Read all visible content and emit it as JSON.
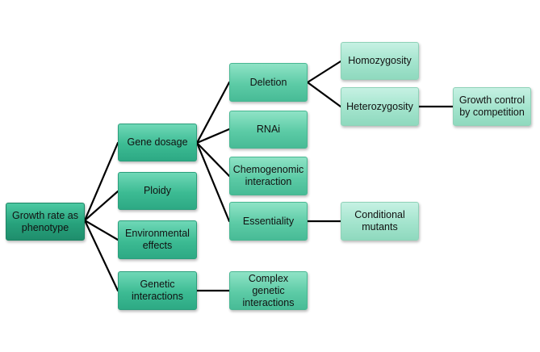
{
  "nodes": {
    "root": "Growth rate as\nphenotype",
    "gene_dosage": "Gene dosage",
    "ploidy": "Ploidy",
    "environmental": "Environmental\neffects",
    "genetic_interactions": "Genetic\ninteractions",
    "deletion": "Deletion",
    "rnai": "RNAi",
    "chemogenomic": "Chemogenomic\ninteraction",
    "essentiality": "Essentiality",
    "complex_genetic": "Complex genetic\ninteractions",
    "homozygosity": "Homozygosity",
    "heterozygosity": "Heterozygosity",
    "conditional_mutants": "Conditional\nmutants",
    "growth_control": "Growth control\nby competition"
  },
  "colors": {
    "connector": "#000000",
    "level1": "#27a27c",
    "level2": "#3cbb93",
    "level3": "#5ccba6",
    "level4": "#a3e4cd"
  }
}
